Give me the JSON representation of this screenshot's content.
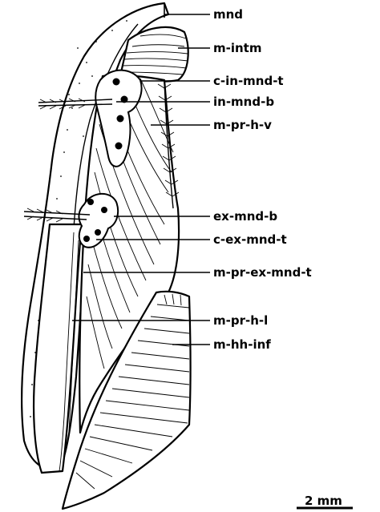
{
  "labels": [
    {
      "id": "mnd",
      "text": "mnd"
    },
    {
      "id": "m-intm",
      "text": "m-intm"
    },
    {
      "id": "c-in-mnd-t",
      "text": "c-in-mnd-t"
    },
    {
      "id": "in-mnd-b",
      "text": "in-mnd-b"
    },
    {
      "id": "m-pr-h-v",
      "text": "m-pr-h-v"
    },
    {
      "id": "ex-mnd-b",
      "text": "ex-mnd-b"
    },
    {
      "id": "c-ex-mnd-t",
      "text": "c-ex-mnd-t"
    },
    {
      "id": "m-pr-ex-mnd-t",
      "text": "m-pr-ex-mnd-t"
    },
    {
      "id": "m-pr-h-l",
      "text": "m-pr-h-l"
    },
    {
      "id": "m-hh-inf",
      "text": "m-hh-inf"
    }
  ],
  "scale_bar": {
    "text": "2 mm"
  }
}
